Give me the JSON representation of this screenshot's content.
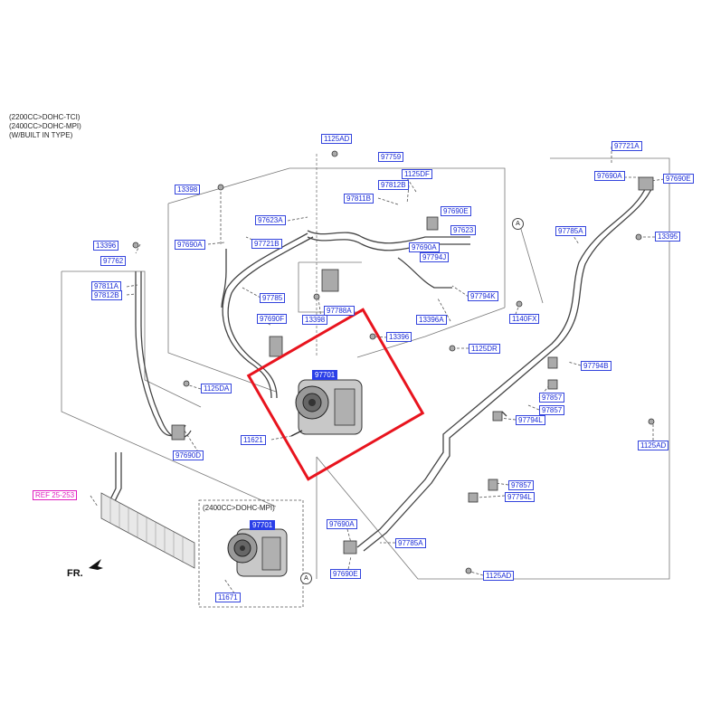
{
  "notes": {
    "engine_line1": "(2200CC>DOHC-TCI)",
    "engine_line2": "(2400CC>DOHC-MPI)",
    "engine_line3": "(W/BUILT IN TYPE)",
    "inset_title": "(2400CC>DOHC-MPI)",
    "direction": "FR."
  },
  "markers": {
    "a_top": "A",
    "a_bottom": "A"
  },
  "labels": {
    "p1125ad_top": "1125AD",
    "p97759": "97759",
    "p1125df": "1125DF",
    "p13398_left": "13398",
    "p97812b": "97812B",
    "p97811b": "97811B",
    "p97690e_top": "97690E",
    "p97623a": "97623A",
    "p97623": "97623",
    "p97690a_left": "97690A",
    "p97721b": "97721B",
    "p97690a_mid": "97690A",
    "p97794j": "97794J",
    "p13396_left": "13396",
    "p97762": "97762",
    "p97811a": "97811A",
    "p97812b_left": "97812B",
    "p97785": "97785",
    "p97788a": "97788A",
    "p13398_mid": "13398",
    "p97690f": "97690F",
    "p13396_mid": "13396",
    "p13396a": "13396A",
    "p97794k": "97794K",
    "p1140fx": "1140FX",
    "p1125dr": "1125DR",
    "p1125da": "1125DA",
    "p97701_main": "97701",
    "p11621": "11621",
    "p97690d": "97690D",
    "p97721a": "97721A",
    "p97690a_right": "97690A",
    "p97690e_right": "97690E",
    "p97785a": "97785A",
    "p13395": "13395",
    "p97794b": "97794B",
    "p97857_a": "97857",
    "p97857_b": "97857",
    "p97794l": "97794L",
    "p1125ad_right": "1125AD",
    "p97857_c": "97857",
    "p97794l_b": "97794L",
    "p97690a_bottom": "97690A",
    "p97785a_bottom": "97785A",
    "p97690e_bottom": "97690E",
    "p1125ad_bottom": "1125AD",
    "ref": "REF 25-253",
    "p97701_inset": "97701",
    "p11671": "11671"
  },
  "colors": {
    "label_text": "#1a2bd6",
    "label_highlight": "#2a3fe8",
    "ref_magenta": "#e01cc0",
    "callout_red": "#e8141e",
    "line": "#555555"
  }
}
